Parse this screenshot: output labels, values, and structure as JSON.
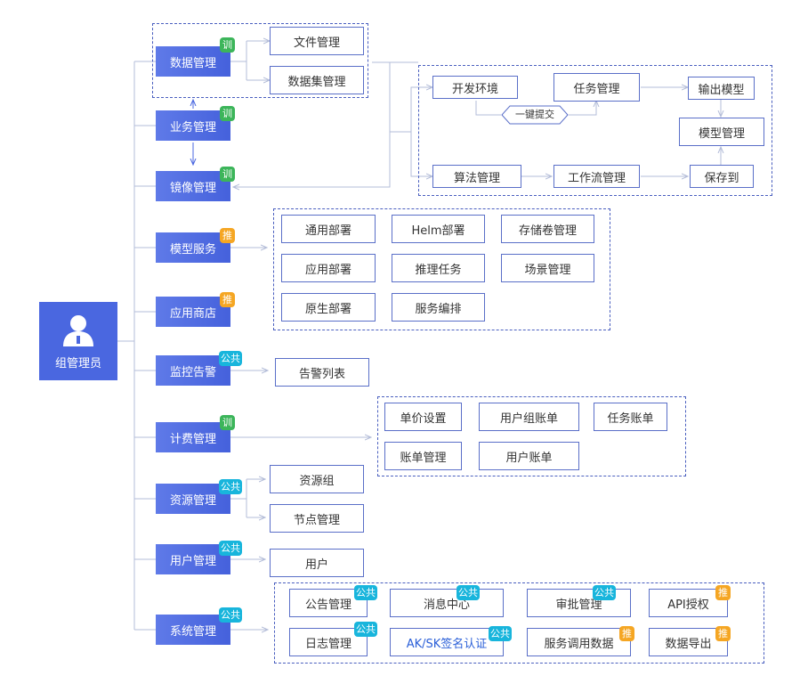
{
  "root": {
    "label": "组管理员",
    "icon": "user-icon"
  },
  "badges": {
    "train": "训",
    "recommend": "推",
    "public": "公共"
  },
  "colors": {
    "primary": "#4a67e0",
    "train": "#3cb55a",
    "recommend": "#f5a623",
    "public": "#18b5dc"
  },
  "categories": {
    "data": "数据管理",
    "business": "业务管理",
    "image": "镜像管理",
    "model_service": "模型服务",
    "app_store": "应用商店",
    "monitor": "监控告警",
    "billing": "计费管理",
    "resource": "资源管理",
    "user": "用户管理",
    "system": "系统管理"
  },
  "data_mgmt": {
    "files": "文件管理",
    "datasets": "数据集管理"
  },
  "workflow": {
    "dev_env": "开发环境",
    "task_mgmt": "任务管理",
    "output_model": "输出模型",
    "model_mgmt": "模型管理",
    "one_click": "一键提交",
    "algorithm": "算法管理",
    "workflow_mgmt": "工作流管理",
    "save_to": "保存到"
  },
  "model_service": {
    "general_deploy": "通用部署",
    "helm_deploy": "Helm部署",
    "storage_volume": "存储卷管理",
    "app_deploy": "应用部署",
    "inference_task": "推理任务",
    "scenario": "场景管理",
    "native_deploy": "原生部署",
    "orchestration": "服务编排"
  },
  "monitor": {
    "alert_list": "告警列表"
  },
  "billing": {
    "unit_price": "单价设置",
    "group_bill": "用户组账单",
    "task_bill": "任务账单",
    "bill_mgmt": "账单管理",
    "user_bill": "用户账单"
  },
  "resource": {
    "group": "资源组",
    "node": "节点管理"
  },
  "user": {
    "users": "用户"
  },
  "system": {
    "announcement": "公告管理",
    "message_center": "消息中心",
    "approval": "审批管理",
    "api_auth": "API授权",
    "log_mgmt": "日志管理",
    "aksk": "AK/SK签名认证",
    "service_data": "服务调用数据",
    "data_export": "数据导出"
  }
}
